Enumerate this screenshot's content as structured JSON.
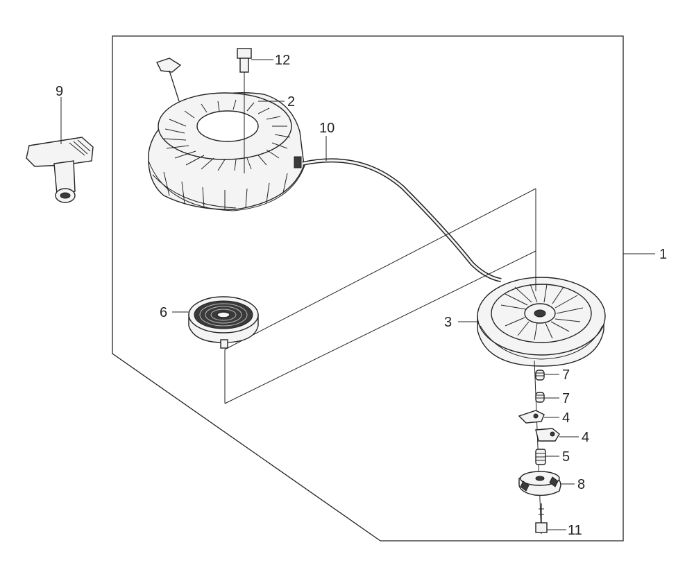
{
  "diagram": {
    "callouts": [
      {
        "id": "assembly",
        "number": "1"
      },
      {
        "id": "recoil-case",
        "number": "2"
      },
      {
        "id": "reel",
        "number": "3"
      },
      {
        "id": "ratchet-a",
        "number": "4"
      },
      {
        "id": "ratchet-b",
        "number": "4"
      },
      {
        "id": "friction-spring",
        "number": "5"
      },
      {
        "id": "recoil-spring",
        "number": "6"
      },
      {
        "id": "ratchet-spring-a",
        "number": "7"
      },
      {
        "id": "ratchet-spring-b",
        "number": "7"
      },
      {
        "id": "ratchet-guide",
        "number": "8"
      },
      {
        "id": "grip",
        "number": "9"
      },
      {
        "id": "rope",
        "number": "10"
      },
      {
        "id": "setting-bolt",
        "number": "11"
      },
      {
        "id": "flange-bolt",
        "number": "12"
      }
    ]
  }
}
